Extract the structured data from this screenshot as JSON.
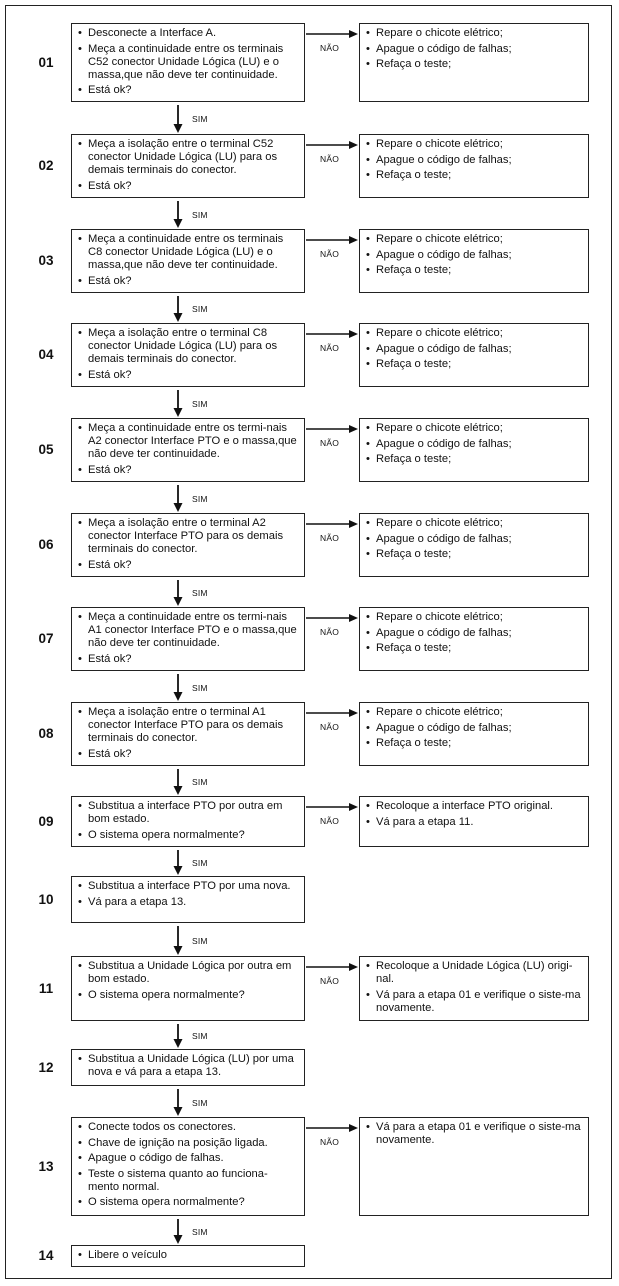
{
  "labels": {
    "no": "NÃO",
    "yes": "SIM"
  },
  "steps": [
    {
      "num": "01",
      "items": [
        "Desconecte a Interface A.",
        "Meça a continuidade entre os terminais C52 conector Unidade Lógica (LU) e o massa,que não deve ter continuidade.",
        "Está ok?"
      ],
      "no_items": [
        "Repare o chicote elétrico;",
        "Apague o código de falhas;",
        "Refaça o teste;"
      ]
    },
    {
      "num": "02",
      "items": [
        "Meça a isolação entre o terminal C52 conector Unidade Lógica (LU) para os demais terminais do conector.",
        "Está ok?"
      ],
      "no_items": [
        "Repare o chicote elétrico;",
        "Apague o código de falhas;",
        "Refaça o teste;"
      ]
    },
    {
      "num": "03",
      "items": [
        "Meça a continuidade entre os terminais C8 conector Unidade Lógica (LU) e o massa,que não deve ter continuidade.",
        "Está ok?"
      ],
      "no_items": [
        "Repare o chicote elétrico;",
        "Apague o código de falhas;",
        "Refaça o teste;"
      ]
    },
    {
      "num": "04",
      "items": [
        "Meça a isolação entre o terminal C8 conector Unidade Lógica (LU) para os demais terminais do conector.",
        "Está ok?"
      ],
      "no_items": [
        "Repare o chicote elétrico;",
        "Apague o código de falhas;",
        "Refaça o teste;"
      ]
    },
    {
      "num": "05",
      "items": [
        "Meça a continuidade entre os termi-nais A2 conector Interface PTO e o massa,que não deve ter continuidade.",
        "Está ok?"
      ],
      "no_items": [
        "Repare o chicote elétrico;",
        "Apague o código de falhas;",
        "Refaça o teste;"
      ]
    },
    {
      "num": "06",
      "items": [
        "Meça a isolação entre o terminal A2 conector Interface PTO para os demais terminais do conector.",
        "Está ok?"
      ],
      "no_items": [
        "Repare o chicote elétrico;",
        "Apague o código de falhas;",
        "Refaça o teste;"
      ]
    },
    {
      "num": "07",
      "items": [
        "Meça a continuidade entre os termi-nais A1 conector Interface PTO e o massa,que não deve ter continuidade.",
        "Está ok?"
      ],
      "no_items": [
        "Repare o chicote elétrico;",
        "Apague o código de falhas;",
        "Refaça o teste;"
      ]
    },
    {
      "num": "08",
      "items": [
        "Meça a isolação entre o terminal A1 conector Interface PTO para os demais terminais  do conector.",
        "Está ok?"
      ],
      "no_items": [
        "Repare o chicote elétrico;",
        "Apague o código de falhas;",
        "Refaça o teste;"
      ]
    },
    {
      "num": "09",
      "items": [
        "Substitua a interface PTO por outra em bom estado.",
        "O sistema opera normalmente?"
      ],
      "no_items": [
        "Recoloque a interface PTO original.",
        "Vá para a etapa 11."
      ]
    },
    {
      "num": "10",
      "items": [
        "Substitua a interface PTO por uma nova.",
        "Vá para a etapa 13."
      ],
      "no_items": []
    },
    {
      "num": "11",
      "items": [
        "Substitua a Unidade Lógica por outra em bom estado.",
        "O sistema opera normalmente?"
      ],
      "no_items": [
        "Recoloque a Unidade Lógica (LU) origi-nal.",
        "Vá para a etapa 01 e verifique o siste-ma novamente."
      ]
    },
    {
      "num": "12",
      "items": [
        "Substitua a Unidade Lógica (LU) por uma nova e vá para a etapa 13."
      ],
      "no_items": []
    },
    {
      "num": "13",
      "items": [
        "Conecte todos os conectores.",
        "Chave de ignição na posição ligada.",
        "Apague o código de falhas.",
        "Teste o sistema quanto ao funciona-mento normal.",
        "O sistema opera normalmente?"
      ],
      "no_items": [
        "Vá para a etapa 01 e verifique o siste-ma novamente."
      ]
    },
    {
      "num": "14",
      "items": [
        "Libere o veículo"
      ],
      "no_items": []
    }
  ]
}
